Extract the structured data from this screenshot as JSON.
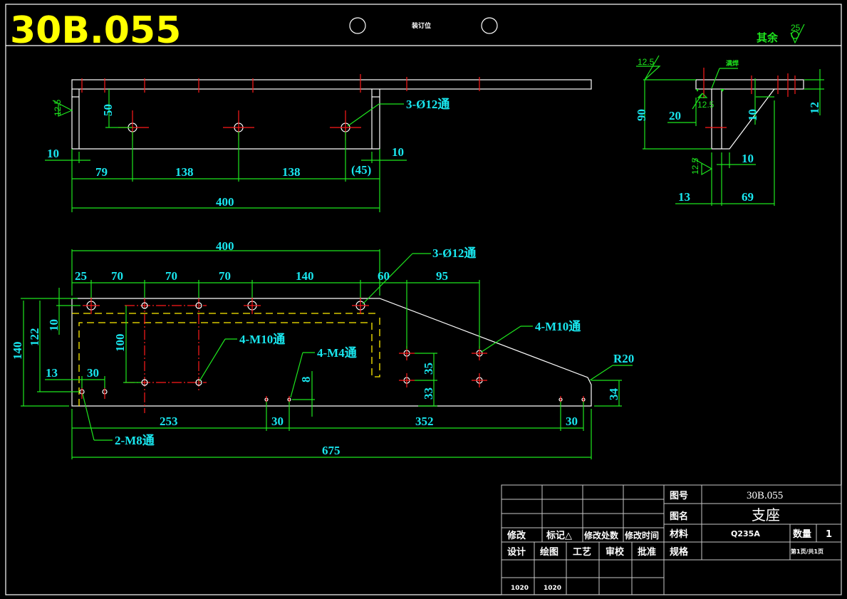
{
  "header": {
    "drawing_number": "30B.055",
    "binding_label": "装订位",
    "roughness_note": "其余",
    "roughness_value": "25"
  },
  "top_view": {
    "dims": {
      "d50": "50",
      "d10_left": "10",
      "d79": "79",
      "d138a": "138",
      "d138b": "138",
      "d45": "(45)",
      "d10_right": "10",
      "d400": "400"
    },
    "roughness": "12.5",
    "callout_holes": "3-Ø12通"
  },
  "side_view": {
    "roughness_top": "12.5",
    "roughness_mid": "12.5",
    "roughness_bottom": "12.5",
    "weld_note": "满焊",
    "dims": {
      "d90": "90",
      "d20": "20",
      "d10_rib": "10",
      "d12": "12",
      "d10_bottom": "10",
      "d13": "13",
      "d69": "69"
    }
  },
  "front_view": {
    "dims": {
      "d400": "400",
      "d25": "25",
      "d70a": "70",
      "d70b": "70",
      "d70c": "70",
      "d140h": "140",
      "d60": "60",
      "d95": "95",
      "d10": "10",
      "d100": "100",
      "d140v": "140",
      "d122": "122",
      "d13": "13",
      "d30a": "30",
      "d8": "8",
      "d35": "35",
      "d33": "33",
      "d34": "34",
      "d253": "253",
      "d30b": "30",
      "d352": "352",
      "d30c": "30",
      "d675": "675"
    },
    "callouts": {
      "holes_12": "3-Ø12通",
      "m10_left": "4-M10通",
      "m10_right": "4-M10通",
      "m4": "4-M4通",
      "m8": "2-M8通",
      "radius": "R20"
    }
  },
  "title_block": {
    "rev_headers": [
      "修改",
      "标记△",
      "修改处数",
      "修改时间"
    ],
    "sign_headers": [
      "设计",
      "绘图",
      "工艺",
      "审校",
      "批准"
    ],
    "sign_values": [
      "1020",
      "1020",
      "",
      "",
      ""
    ],
    "drawing_no_label": "图号",
    "drawing_no_value": "30B.055",
    "name_label": "图名",
    "name_value": "支座",
    "material_label": "材料",
    "material_value": "Q235A",
    "qty_label": "数量",
    "qty_value": "1",
    "spec_label": "规格",
    "spec_value": "",
    "page_info": "第1页/共1页"
  }
}
